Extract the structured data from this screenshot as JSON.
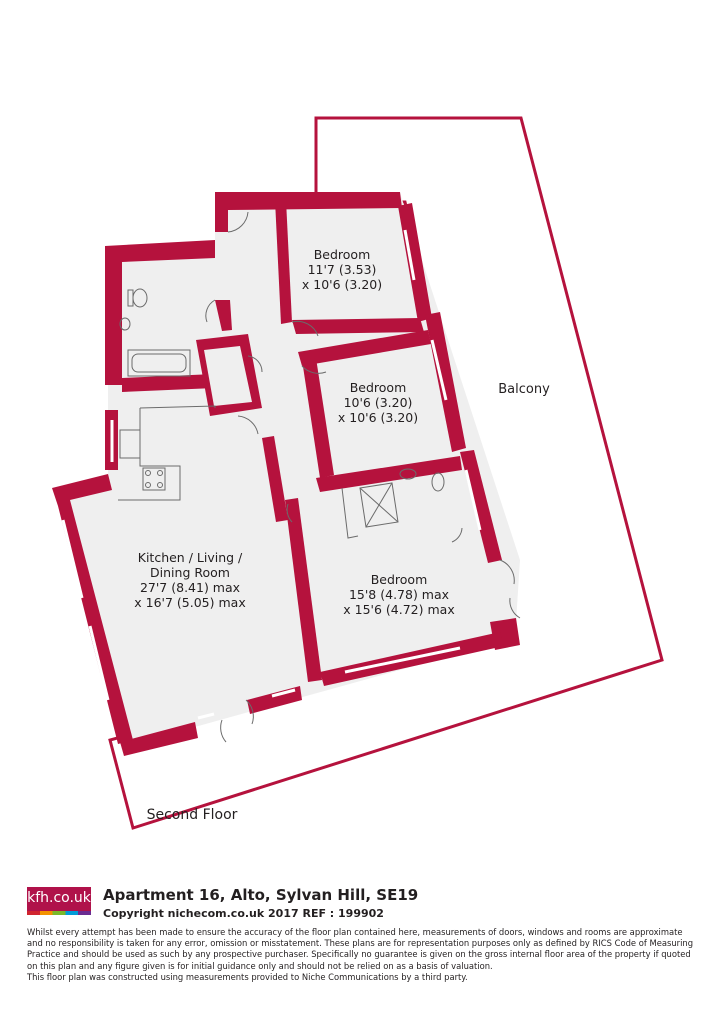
{
  "rooms": {
    "bedroom_1": {
      "name": "Bedroom",
      "imperial": "11'7 (3.53)",
      "metric": "x 10'6 (3.20)"
    },
    "bedroom_2": {
      "name": "Bedroom",
      "imperial": "10'6 (3.20)",
      "metric": "x 10'6 (3.20)"
    },
    "bedroom_3": {
      "name": "Bedroom",
      "imperial": "15'8 (4.78) max",
      "metric": "x 15'6 (4.72) max"
    },
    "kitchen": {
      "name_line1": "Kitchen / Living /",
      "name_line2": "Dining Room",
      "imperial": "27'7 (8.41) max",
      "metric": "x 16'7 (5.05) max"
    }
  },
  "balcony_label": "Balcony",
  "floor_label": "Second Floor",
  "footer": {
    "logo": "kfh.co.uk",
    "title": "Apartment 16, Alto, Sylvan Hill, SE19",
    "copyright": "Copyright nichecom.co.uk 2017 REF : 199902",
    "disclaimer": [
      "Whilst every attempt has been made to ensure the accuracy of the floor plan contained here, measurements of doors, windows and rooms are approximate",
      "and no responsibility is taken for any error, omission or misstatement.  These plans are for representation purposes only as defined by RICS Code of Measuring",
      "Practice and should be used as such by any prospective purchaser.  Specifically no guarantee is given on the gross internal floor area of the property if quoted",
      "on this plan and any figure given is for initial guidance only and should not be relied on as a basis of valuation.",
      "This floor plan was constructed using measurements provided to Niche Communications by a third party."
    ]
  },
  "colors": {
    "wall": "#b5123d",
    "floor": "#efefef",
    "text": "#231f20"
  }
}
